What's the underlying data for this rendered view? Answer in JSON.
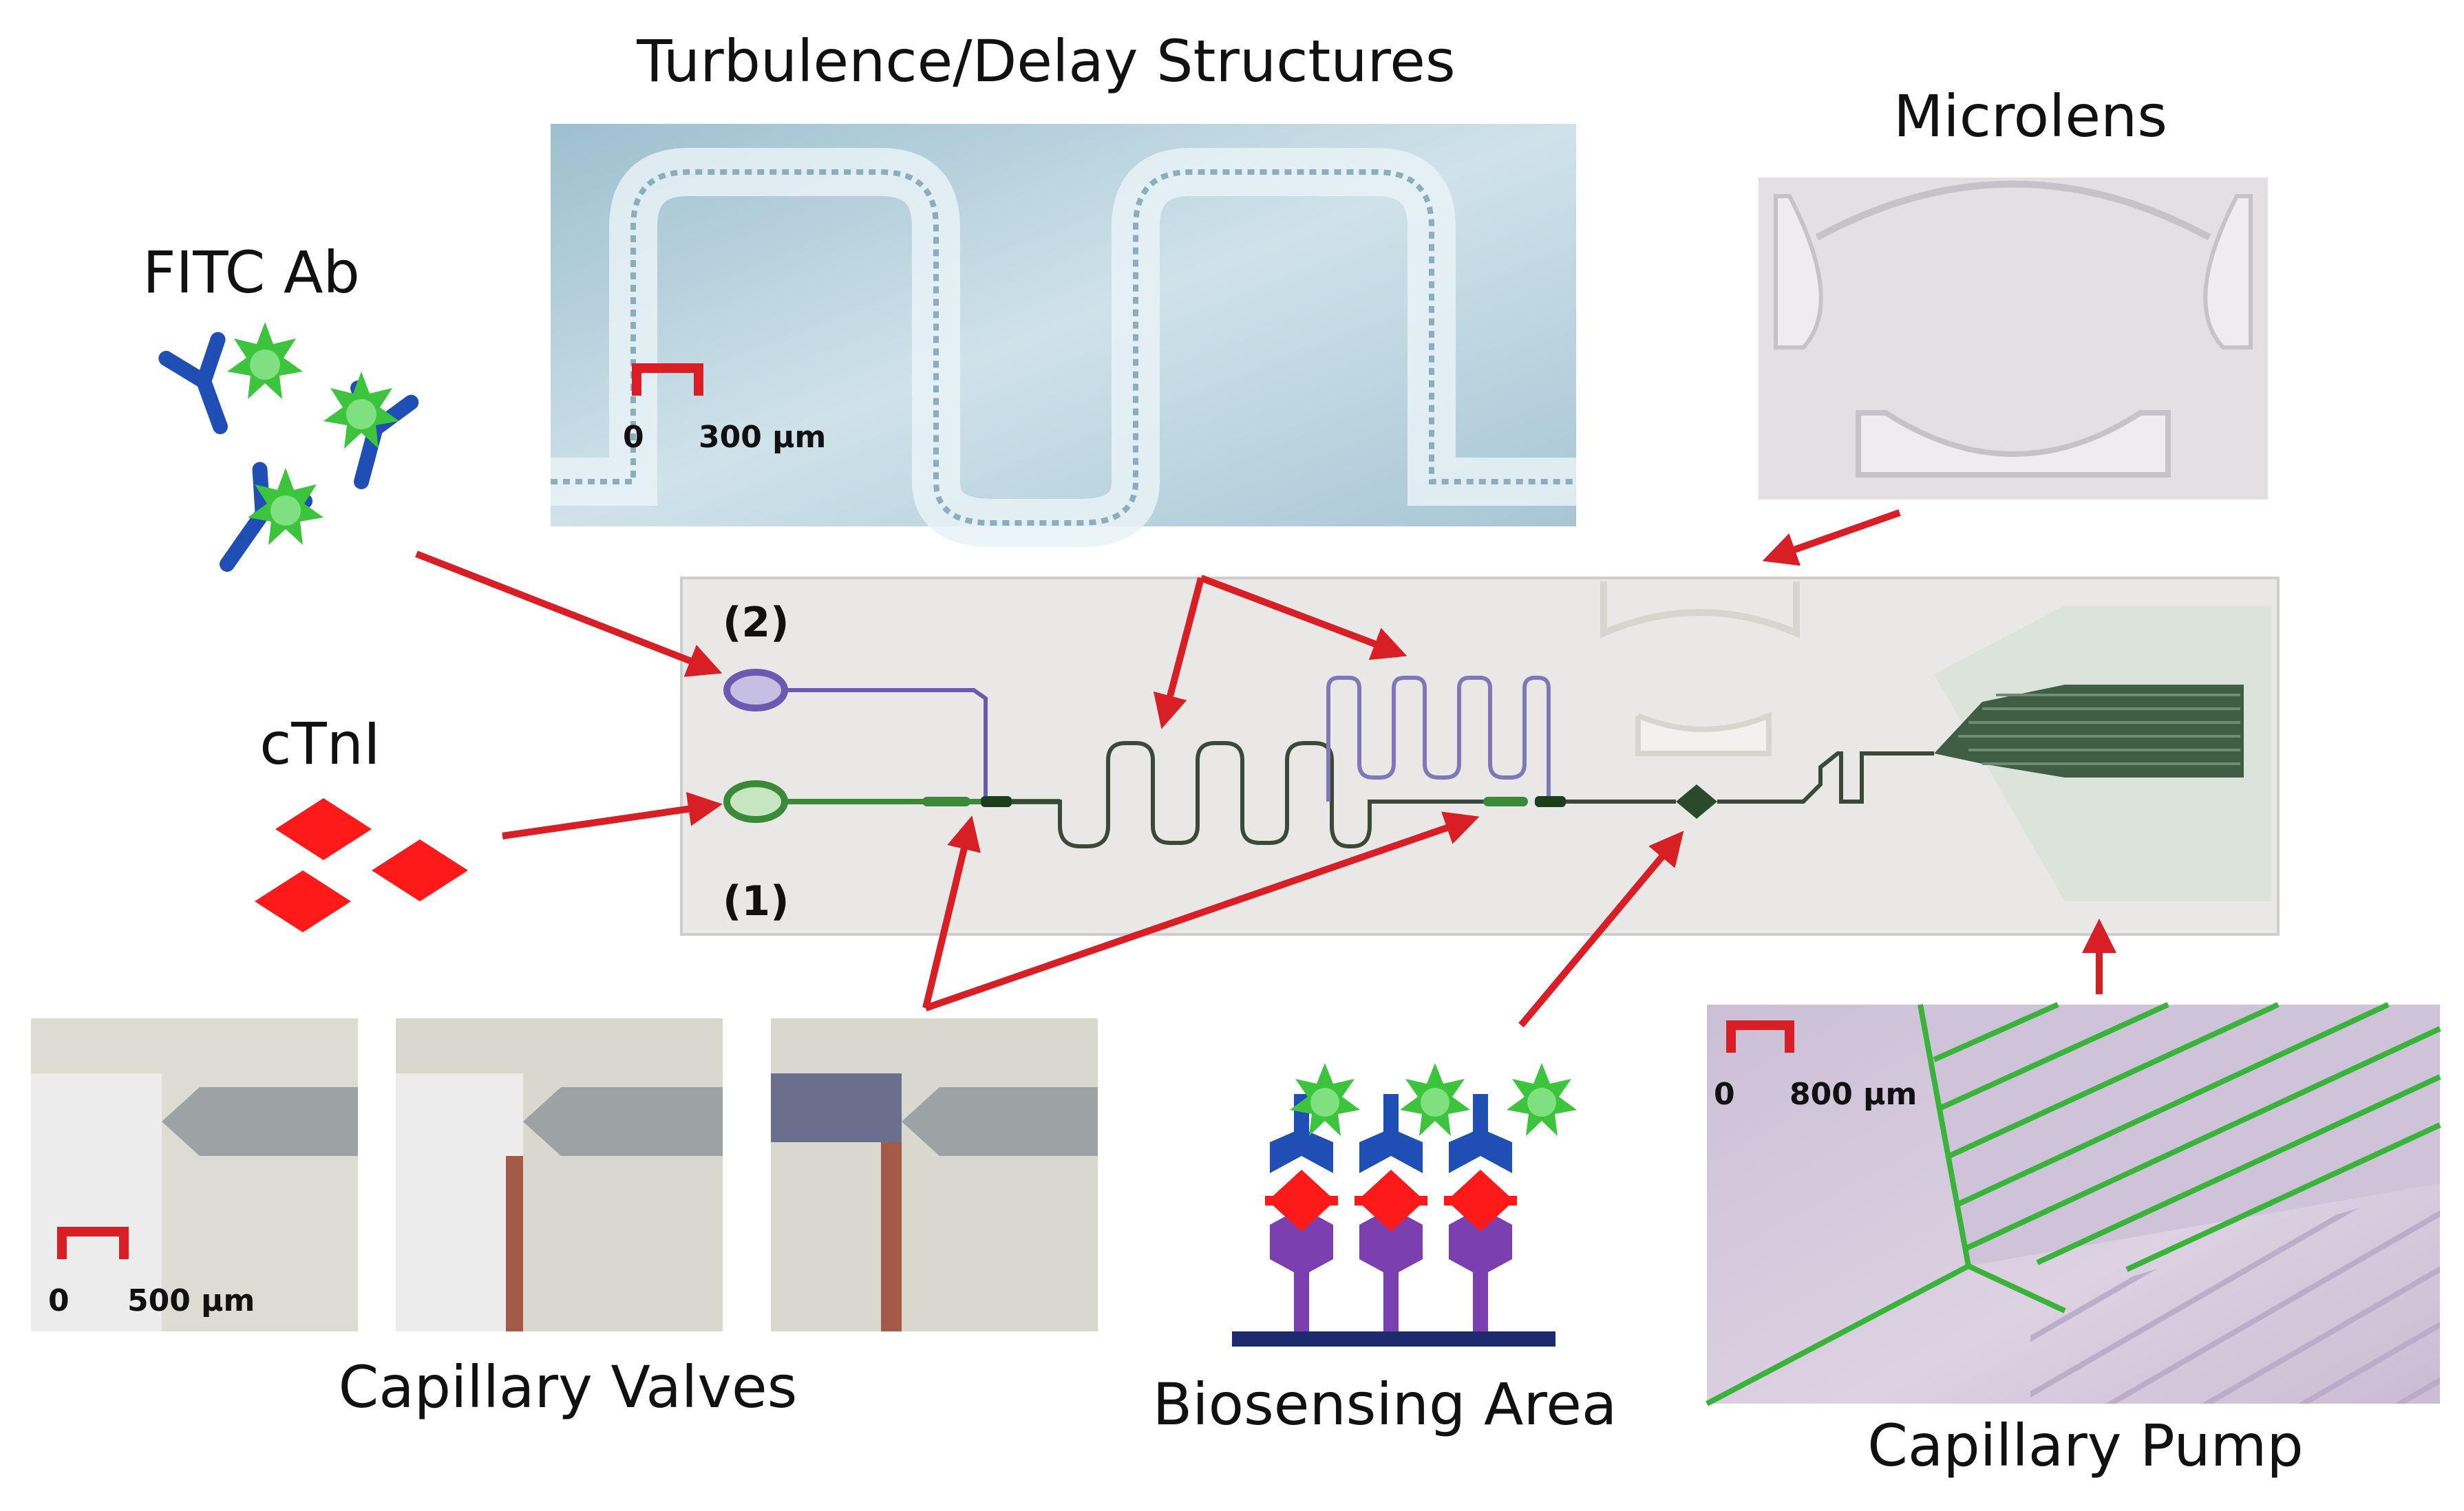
{
  "labels": {
    "turbulence": "Turbulence/Delay Structures",
    "microlens": "Microlens",
    "fitc_ab": "FITC Ab",
    "ctni": "cTnI",
    "capillary_valves": "Capillary Valves",
    "biosensing_area": "Biosensing Area",
    "capillary_pump": "Capillary Pump"
  },
  "ports": {
    "inlet_2": "(2)",
    "inlet_1": "(1)"
  },
  "scale_bars": {
    "turbulence_zero": "0",
    "turbulence_value": "300 µm",
    "valves_zero": "0",
    "valves_value": "500 µm",
    "pump_zero": "0",
    "pump_value": "800 µm"
  },
  "colors": {
    "arrow": "#d81f26",
    "antibody": "#1f4fb4",
    "fitc": "#3cc43c",
    "antigen": "#ff1a1a",
    "capture": "#7b3fb0",
    "channel_green": "#3a8a3a",
    "channel_purple": "#6a5ab0"
  }
}
